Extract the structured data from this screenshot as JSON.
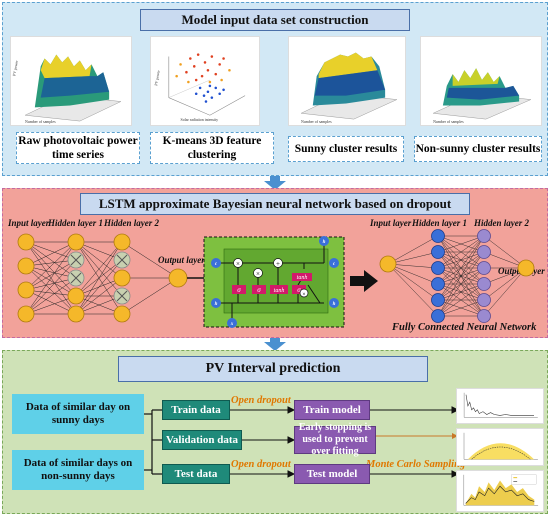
{
  "section1": {
    "title": "Model input data set construction",
    "boxes": [
      "Raw photovoltaic power time series",
      "K-means 3D feature clustering",
      "Sunny cluster results",
      "Non-sunny cluster results"
    ]
  },
  "section2": {
    "title": "LSTM approximate Bayesian neural network based on dropout",
    "left_labels": [
      "Input layer",
      "Hidden layer 1",
      "Hidden layer 2",
      "Output layer"
    ],
    "right_labels": [
      "Input layer",
      "Hidden layer 1",
      "Hidden layer 2",
      "Output layer"
    ],
    "cell_labels": {
      "c_prev": "c",
      "h_prev": "h",
      "x": "x",
      "c_next": "c",
      "h_next": "h",
      "h_out": "h",
      "sigma": "σ",
      "tanh": "tanh"
    },
    "fc_caption": "Fully Connected Neural Network"
  },
  "section3": {
    "title": "PV Interval prediction",
    "left_boxes": [
      "Data of similar day on sunny days",
      "Data of similar days on non-sunny days"
    ],
    "mid_boxes": [
      "Train data",
      "Validation data",
      "Test data"
    ],
    "right_boxes": [
      "Train model",
      "Early stopping is used to prevent over fitting",
      "Test model"
    ],
    "arrow_labels": [
      "Open dropout",
      "Open dropout",
      "Monte Carlo Sampling"
    ]
  },
  "colors": {
    "panel1": "#d2e8f5",
    "panel2": "#f2a29a",
    "panel3": "#cfe2b7",
    "node_orange": "#f5b82a",
    "node_blue": "#3a6fd8",
    "node_purple": "#9a8ad0",
    "node_gray": "#c8d0b0",
    "arrow": "#4a90d0"
  }
}
